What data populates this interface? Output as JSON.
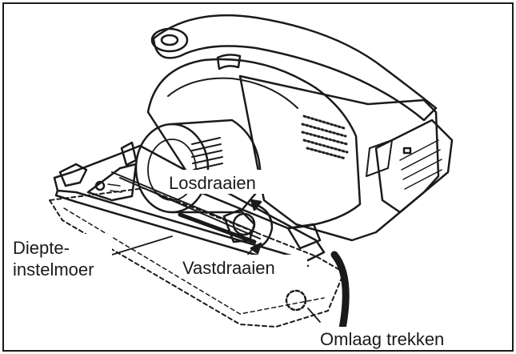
{
  "labels": {
    "loosen": "Losdraaien",
    "depth_nut_line1": "Diepte-",
    "depth_nut_line2": "instelmoer",
    "tighten": "Vastdraaien",
    "pull_down": "Omlaag trekken"
  },
  "colors": {
    "line": "#1a1a1a",
    "background": "#ffffff",
    "grille": "#222222"
  }
}
